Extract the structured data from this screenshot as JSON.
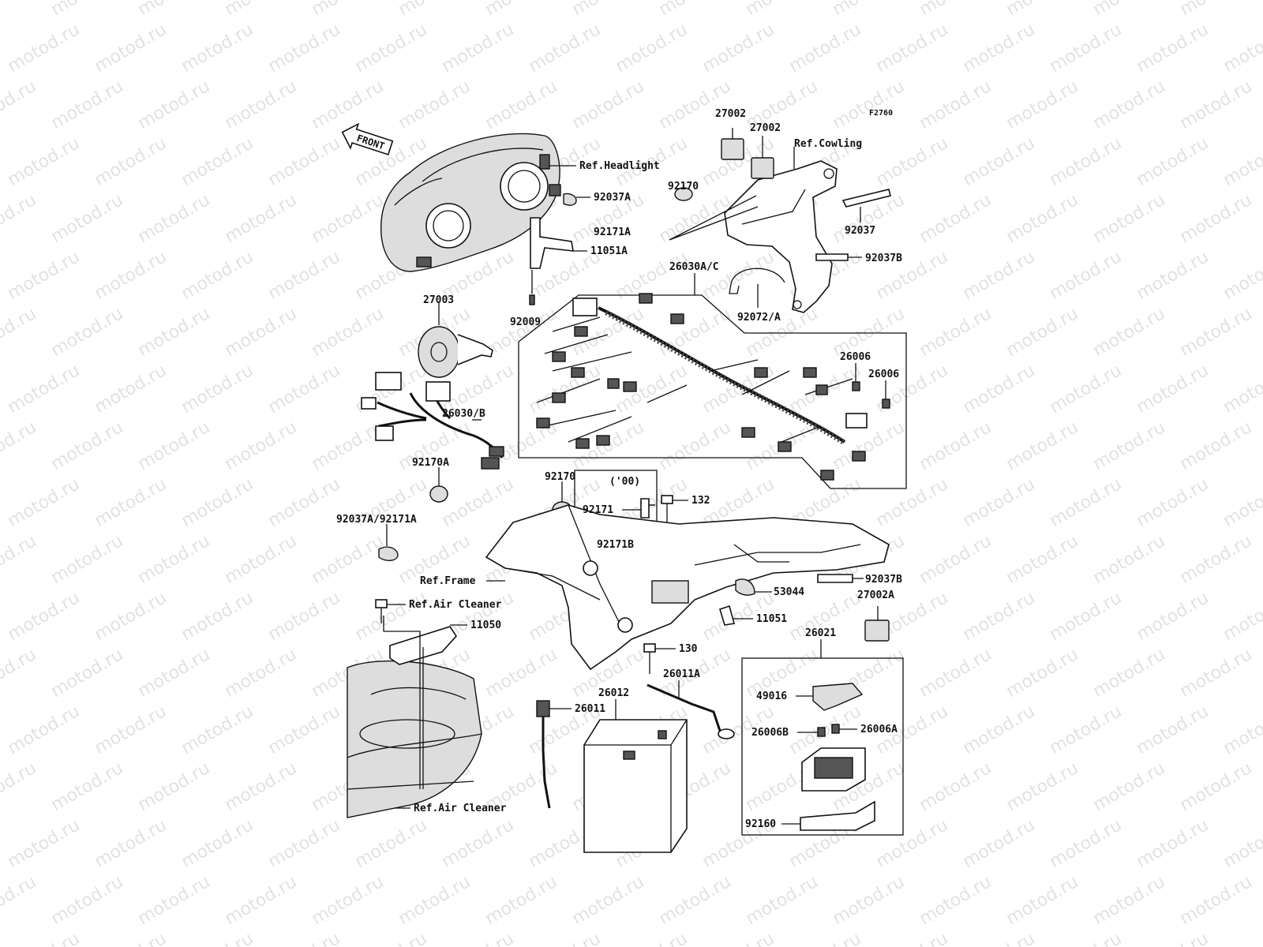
{
  "watermark": "motod.ru",
  "figure_code": "F2760",
  "front_arrow": "FRONT",
  "labels": {
    "ref_headlight": "Ref.Headlight",
    "p27002_a": "27002",
    "p27002_b": "27002",
    "ref_cowling": "Ref.Cowling",
    "p92170_top": "92170",
    "p92037A": "92037A",
    "p92171A": "92171A",
    "p11051A": "11051A",
    "p92037": "92037",
    "p92037B_top": "92037B",
    "p26030AC": "26030A/C",
    "p92072A": "92072/A",
    "p27003": "27003",
    "p92009": "92009",
    "p26006_a": "26006",
    "p26006_b": "26006",
    "p26030B": "26030/B",
    "p92170A": "92170A",
    "p92170_mid": "92170",
    "p00": "('00)",
    "p92171": "92171",
    "p132": "132",
    "p92037A_92171A": "92037A/92171A",
    "p92171B": "92171B",
    "ref_frame": "Ref.Frame",
    "p92037B_low": "92037B",
    "ref_air_cleaner_1": "Ref.Air Cleaner",
    "p53044": "53044",
    "p27002A": "27002A",
    "p11050": "11050",
    "p11051": "11051",
    "p130": "130",
    "p26021": "26021",
    "p26011A": "26011A",
    "p26012": "26012",
    "p26011": "26011",
    "p49016": "49016",
    "p26006B": "26006B",
    "p26006A": "26006A",
    "ref_air_cleaner_2": "Ref.Air Cleaner",
    "p92160": "92160"
  }
}
